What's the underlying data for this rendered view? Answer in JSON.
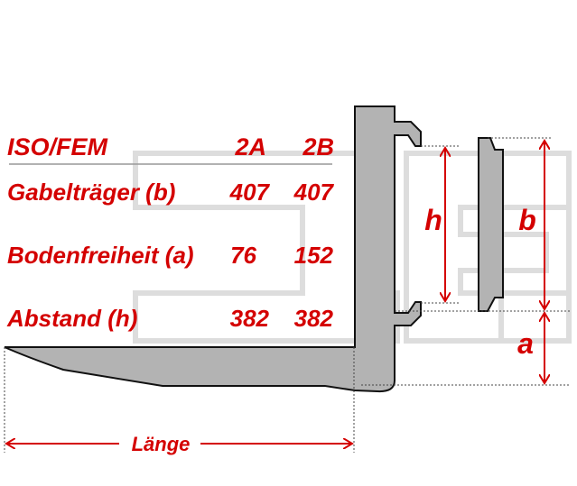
{
  "table": {
    "header": {
      "label": "ISO/FEM",
      "col1": "2A",
      "col2": "2B"
    },
    "rows": [
      {
        "label": "Gabelträger (b)",
        "col1": "407",
        "col2": "407"
      },
      {
        "label": "Bodenfreiheit (a)",
        "col1": "76",
        "col2": "152"
      },
      {
        "label": "Abstand (h)",
        "col1": "382",
        "col2": "382"
      }
    ]
  },
  "dimensions": {
    "h": "h",
    "b": "b",
    "a": "a",
    "length": "Länge"
  },
  "colors": {
    "accent": "#d40000",
    "fork": "#b3b3b3",
    "watermark": "#dddddd"
  }
}
